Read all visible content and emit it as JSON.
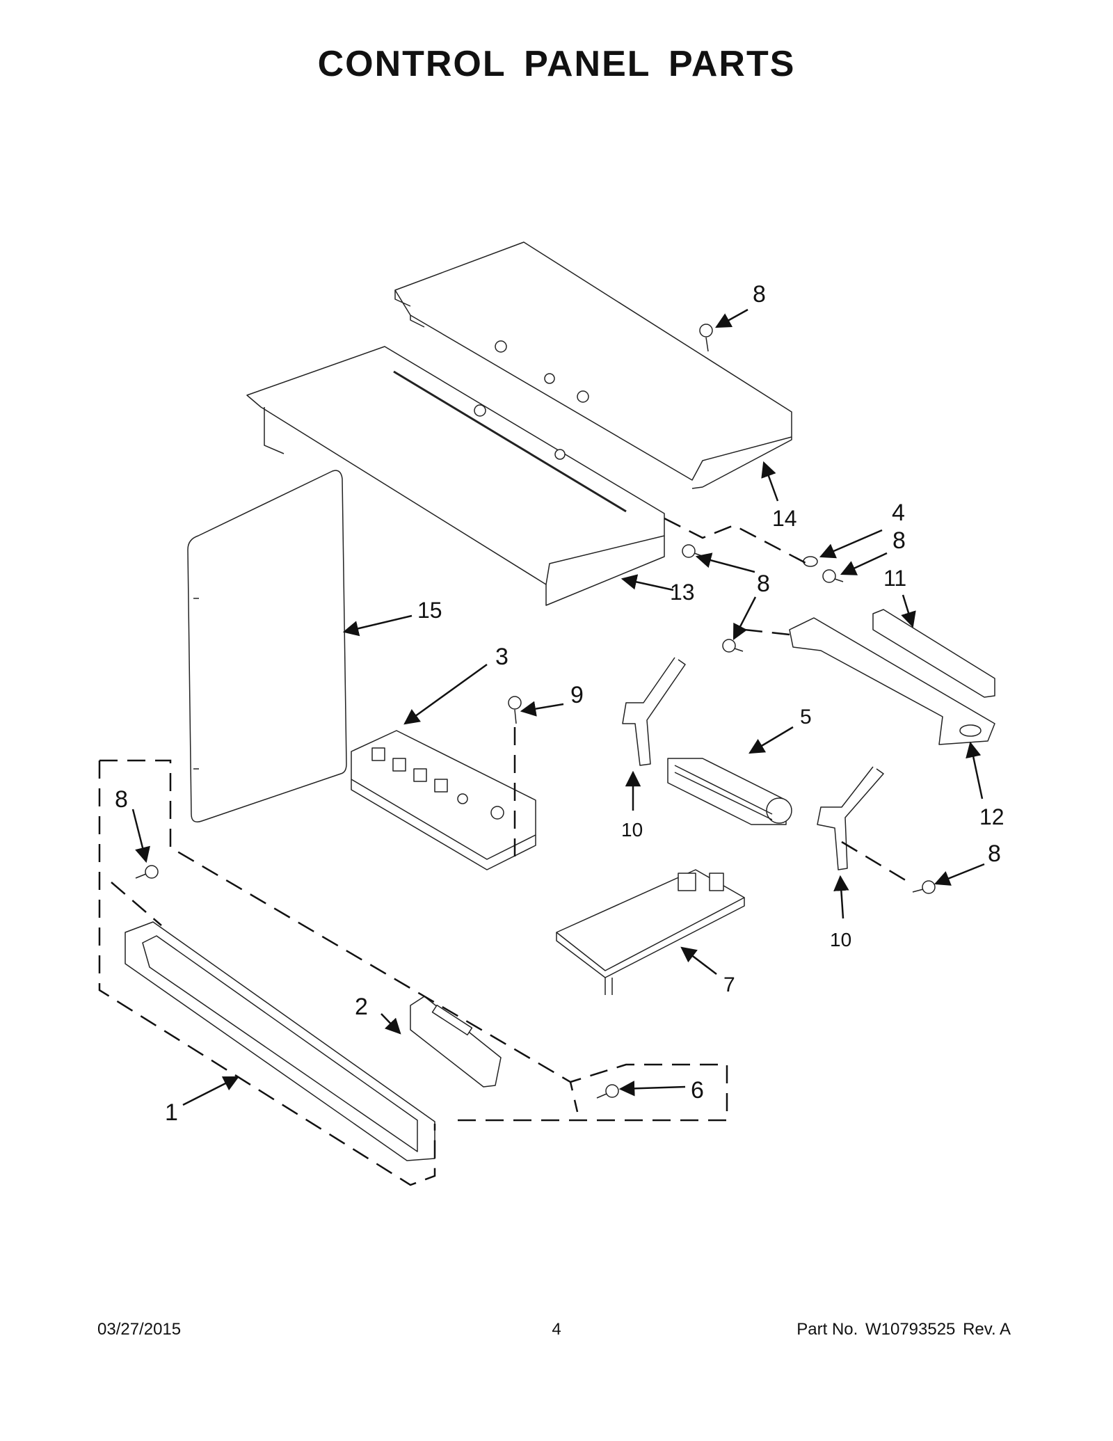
{
  "page": {
    "title": "CONTROL PANEL PARTS"
  },
  "callouts": [
    {
      "id": "c8a",
      "label": "8"
    },
    {
      "id": "c14",
      "label": "14"
    },
    {
      "id": "c4",
      "label": "4"
    },
    {
      "id": "c8b",
      "label": "8"
    },
    {
      "id": "c11",
      "label": "11"
    },
    {
      "id": "c8c",
      "label": "8"
    },
    {
      "id": "c13",
      "label": "13"
    },
    {
      "id": "c15",
      "label": "15"
    },
    {
      "id": "c8d",
      "label": "8"
    },
    {
      "id": "c3",
      "label": "3"
    },
    {
      "id": "c9",
      "label": "9"
    },
    {
      "id": "c5",
      "label": "5"
    },
    {
      "id": "c10a",
      "label": "10"
    },
    {
      "id": "c12",
      "label": "12"
    },
    {
      "id": "c8e",
      "label": "8"
    },
    {
      "id": "c8f",
      "label": "8"
    },
    {
      "id": "c10b",
      "label": "10"
    },
    {
      "id": "c7",
      "label": "7"
    },
    {
      "id": "c2",
      "label": "2"
    },
    {
      "id": "c6",
      "label": "6"
    },
    {
      "id": "c1",
      "label": "1"
    }
  ],
  "footer": {
    "date": "03/27/2015",
    "page_number": "4",
    "part_label": "Part No.",
    "part_number": "W10793525",
    "revision": "Rev.  A"
  }
}
